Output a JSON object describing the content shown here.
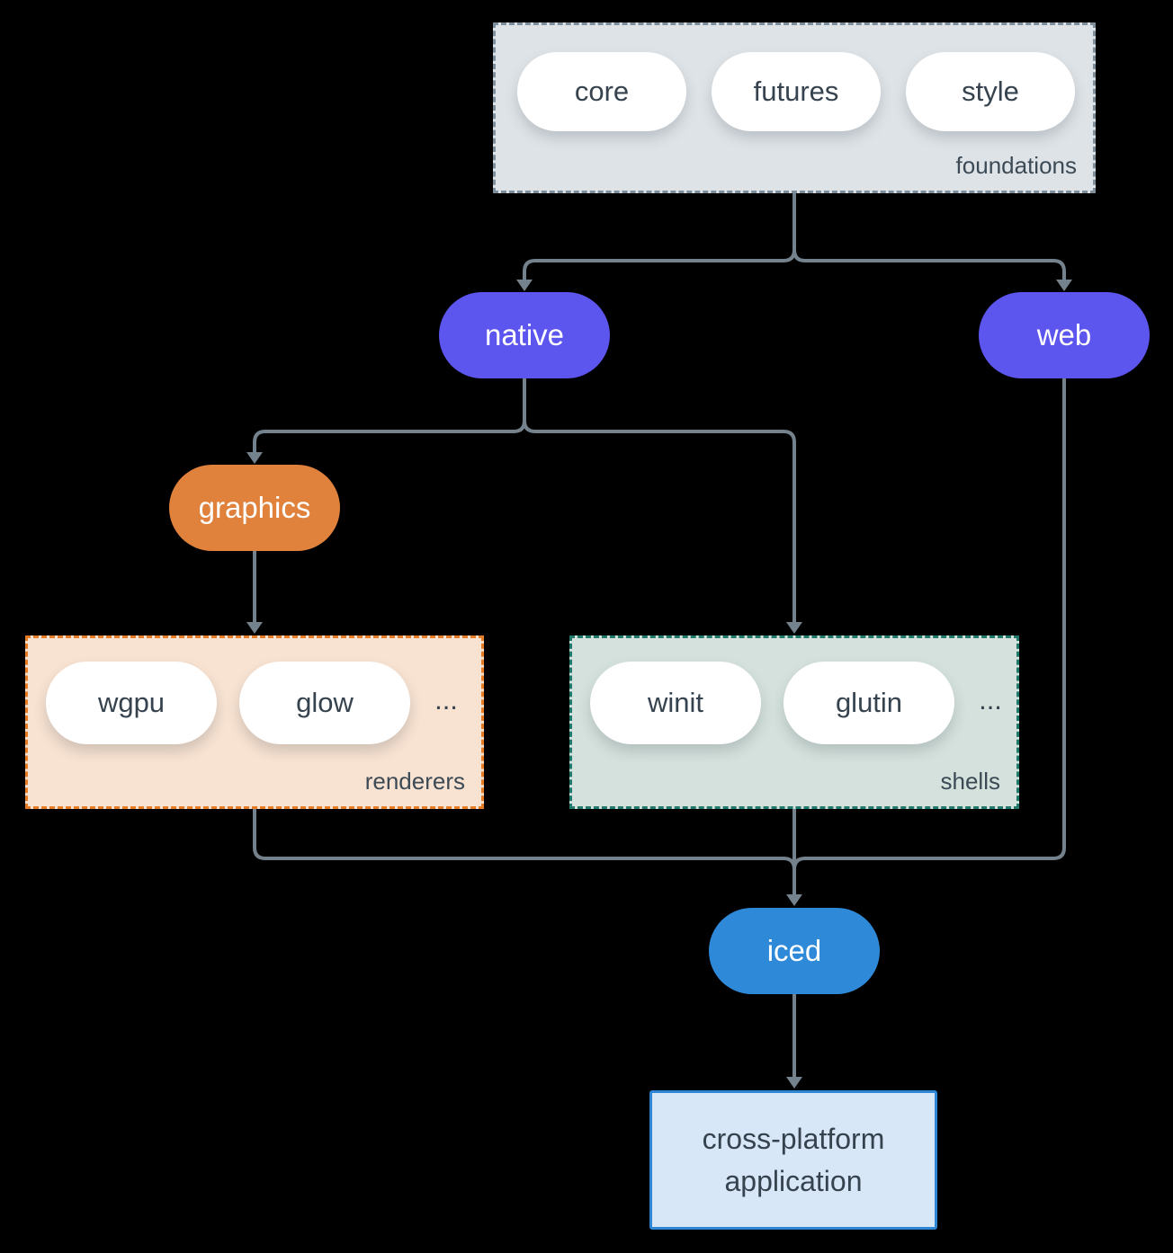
{
  "colors": {
    "background": "#000000",
    "connector": "#74828e",
    "node_text_light": "#ffffff",
    "node_text_dark": "#36434e",
    "group_label_text": "#3c4a56",
    "foundations_fill": "#dee3e7",
    "foundations_border": "#7e8e9b",
    "native_fill": "#5c55ee",
    "web_fill": "#5c55ee",
    "graphics_fill": "#e0813c",
    "renderers_fill": "#f8e2d1",
    "renderers_border": "#e67c26",
    "shells_fill": "#d4e1dc",
    "shells_border": "#20796a",
    "iced_fill": "#2e89d8",
    "application_fill": "#d7e7f8",
    "application_border": "#2e86d4",
    "pill_fill": "#ffffff"
  },
  "diagram": {
    "foundations": {
      "label": "foundations",
      "pills": [
        "core",
        "futures",
        "style"
      ]
    },
    "native": {
      "label": "native"
    },
    "web": {
      "label": "web"
    },
    "graphics": {
      "label": "graphics"
    },
    "renderers": {
      "label": "renderers",
      "pills": [
        "wgpu",
        "glow"
      ],
      "more": "..."
    },
    "shells": {
      "label": "shells",
      "pills": [
        "winit",
        "glutin"
      ],
      "more": "..."
    },
    "iced": {
      "label": "iced"
    },
    "application": {
      "label": "cross-platform application"
    }
  }
}
